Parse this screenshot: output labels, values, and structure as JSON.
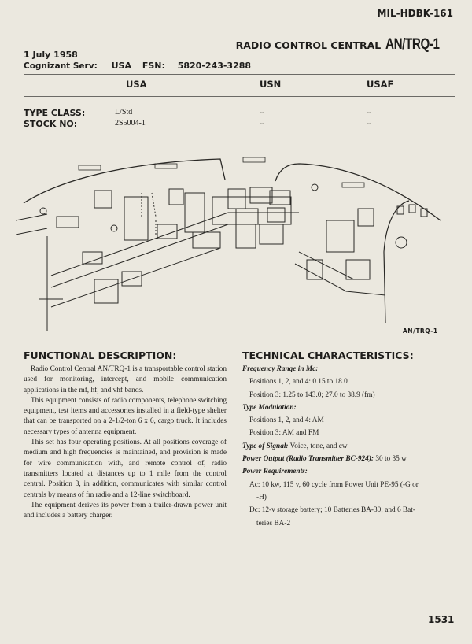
{
  "header": {
    "doc_code": "MIL-HDBK-161",
    "title": "RADIO CONTROL CENTRAL",
    "model": "AN/TRQ-1"
  },
  "meta": {
    "date": "1 July 1958",
    "cognizant_label": "Cognizant Serv:",
    "cognizant_value": "USA",
    "fsn_label": "FSN:",
    "fsn_value": "5820-243-3288"
  },
  "services_table": {
    "columns": [
      "USA",
      "USN",
      "USAF"
    ],
    "rows": [
      {
        "label": "TYPE CLASS:",
        "values": [
          "L/Std",
          "--",
          "--"
        ]
      },
      {
        "label": "STOCK NO:",
        "values": [
          "2S5004-1",
          "--",
          "--"
        ]
      }
    ]
  },
  "figure": {
    "caption": "AN/TRQ-1"
  },
  "functional_description": {
    "heading": "FUNCTIONAL DESCRIPTION:",
    "paragraphs": [
      "Radio Control Central AN/TRQ-1 is a transportable control station used for monitoring, intercept, and mobile communication applications in the mf, hf, and vhf bands.",
      "This equipment consists of radio components, telephone switching equipment, test items and accessories installed in a field-type shelter that can be transported on a 2-1/2-ton 6 x 6, cargo truck. It includes necessary types of antenna equipment.",
      "This set has four operating positions. At all positions coverage of medium and high frequencies is maintained, and provision is made for wire communication with, and remote control of, radio transmitters located at distances up to 1 mile from the control central. Position 3, in addition, communicates with similar control centrals by means of fm radio and a 12-line switchboard.",
      "The equipment derives its power from a trailer-drawn power unit and includes a battery charger."
    ]
  },
  "technical_characteristics": {
    "heading": "TECHNICAL CHARACTERISTICS:",
    "frequency_label": "Frequency Range in Mc:",
    "frequency_pos124": "Positions 1, 2, and 4: 0.15 to 18.0",
    "frequency_pos3": "Position 3: 1.25 to 143.0; 27.0 to 38.9 (fm)",
    "modulation_label": "Type Modulation:",
    "modulation_pos124": "Positions 1, 2, and 4: AM",
    "modulation_pos3": "Position 3: AM and FM",
    "signal_label": "Type of Signal:",
    "signal_value": " Voice, tone, and cw",
    "power_output_label": "Power Output (Radio Transmitter BC-924):",
    "power_output_value": " 30 to 35 w",
    "power_req_label": "Power Requirements:",
    "ac_line1": "Ac: 10 kw, 115 v, 60 cycle from Power Unit PE-95 (-G or",
    "ac_line2": "-H)",
    "dc_line1": "Dc: 12-v storage battery; 10 Batteries BA-30; and 6 Bat-",
    "dc_line2": "teries BA-2"
  },
  "page_number": "1531"
}
